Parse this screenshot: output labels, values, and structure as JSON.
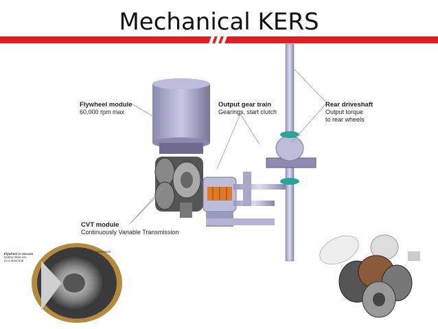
{
  "slide": {
    "title": "Mechanical KERS"
  },
  "labels": {
    "flywheel": {
      "title": "Flywheel module",
      "sub": "60,000 rpm max"
    },
    "output_gear": {
      "title": "Output gear train",
      "sub": "Gearings, start clutch"
    },
    "rear_driveshaft": {
      "title": "Rear driveshaft",
      "sub1": "Output torque",
      "sub2": "to rear wheels"
    },
    "cvt": {
      "title": "CVT module",
      "sub": "Continuously Variable Transmission"
    }
  },
  "inset": {
    "vacuum_line1": "Flywheel in vaccum",
    "vacuum_line2": "Carbon fibre rim",
    "vacuum_line3": "on a steel hub",
    "containment": "Flywheel containment"
  },
  "colors": {
    "accent_bar": "#e31b23",
    "machine": "#a9a8c8",
    "orange": "#e07a2a"
  }
}
